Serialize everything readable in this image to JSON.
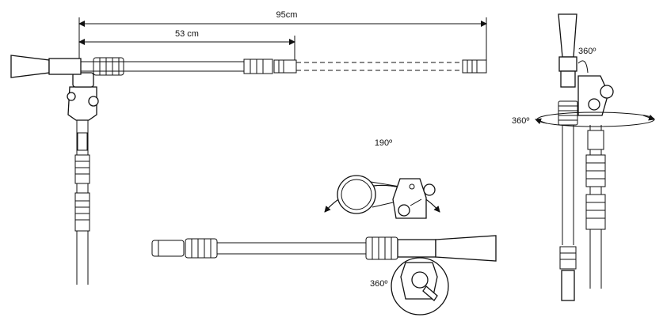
{
  "labels": {
    "full_length": "95cm",
    "short_length": "53 cm",
    "tilt_angle": "190º",
    "rotation_bottom": "360º",
    "rotation_right_top": "360º",
    "rotation_right_side": "360º"
  },
  "colors": {
    "stroke": "#111111",
    "background": "#ffffff"
  }
}
